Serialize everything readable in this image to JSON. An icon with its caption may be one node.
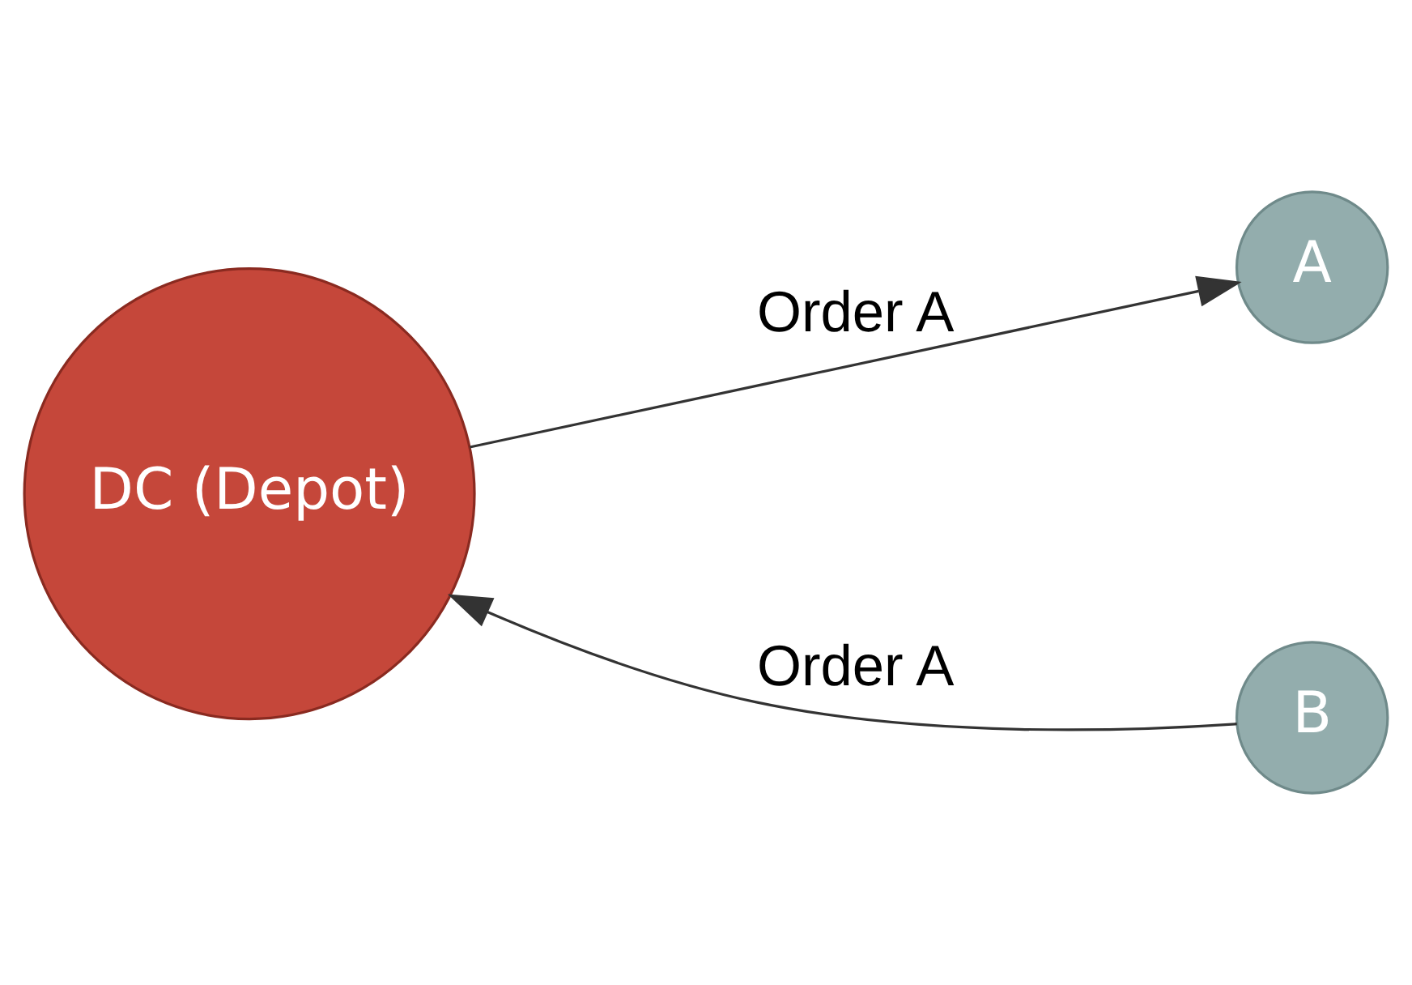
{
  "diagram": {
    "nodes": [
      {
        "text": [
          "DC (Depot)"
        ]
      },
      {
        "text": [
          "A"
        ]
      },
      {
        "text": [
          "B"
        ]
      }
    ],
    "edges": [
      {
        "from": 0,
        "to": 1,
        "arrow": "to",
        "label": "Order A"
      },
      {
        "from": 2,
        "to": 0,
        "arrow": "to",
        "label": "Order A"
      }
    ]
  }
}
